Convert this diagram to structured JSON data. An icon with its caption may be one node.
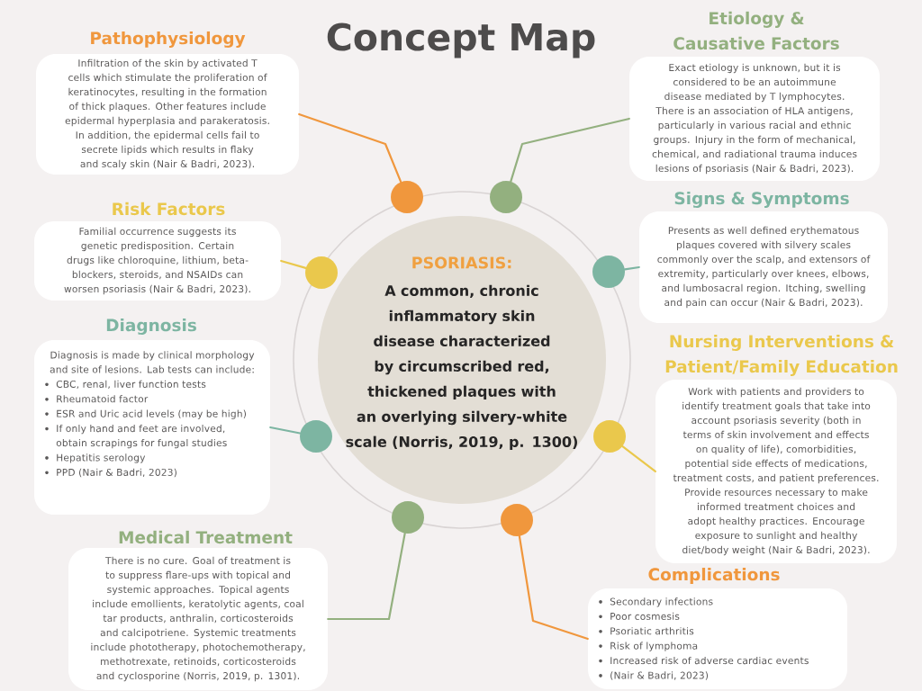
{
  "diagram": {
    "title": "Concept Map",
    "nodes": [
      {
        "text": [
          "Pathophysiology",
          "Infiltration of the skin by activated T cells which stimulate the proliferation of keratinocytes, resulting in the formation of thick plaques. Other features include epidermal hyperplasia and parakeratosis. In addition, the epidermal cells fail to secrete lipids which results in flaky and scaly skin (Nair & Badri, 2023)."
        ]
      },
      {
        "text": [
          "Etiology & Causative Factors",
          "Exact etiology is unknown, but it is considered to be an autoimmune disease mediated by T lymphocytes. There is an association of HLA antigens, particularly in various racial and ethnic groups. Injury in the form of mechanical, chemical, and radiational trauma induces lesions of psoriasis (Nair & Badri, 2023)."
        ]
      },
      {
        "text": [
          "Risk Factors",
          "Familial occurrence suggests its genetic predisposition. Certain drugs like chloroquine, lithium, beta-blockers, steroids, and NSAIDs can worsen psoriasis (Nair & Badri, 2023)."
        ]
      },
      {
        "text": [
          "Signs & Symptoms",
          "Presents as well defined erythematous plaques covered with silvery scales commonly over the scalp, and extensors of extremity, particularly over knees, elbows, and lumbosacral region. Itching, swelling and pain can occur (Nair & Badri, 2023)."
        ]
      },
      {
        "text": [
          "PSORIASIS:",
          "A common, chronic inflammatory skin disease characterized by circumscribed red, thickened plaques with an overlying silvery-white scale (Norris, 2019, p. 1300)"
        ]
      },
      {
        "text": [
          "Diagnosis",
          "Diagnosis is made by clinical morphology and site of lesions. Lab tests can include:",
          "CBC, renal, liver function tests",
          "Rheumatoid factor",
          "ESR and Uric acid levels (may be high)",
          "If only hand and feet are involved, obtain scrapings for fungal studies",
          "Hepatitis serology",
          "PPD (Nair & Badri, 2023)"
        ]
      },
      {
        "text": [
          "Nursing Interventions & Patient/Family Education",
          "Work with patients and providers to identify treatment goals that take into account psoriasis severity (both in terms of skin involvement and effects on quality of life), comorbidities, potential side effects of medications, treatment costs, and patient preferences. Provide resources necessary to make informed treatment choices and adopt healthy practices. Encourage exposure to sunlight and healthy diet/body weight (Nair & Badri, 2023)."
        ]
      },
      {
        "text": [
          "Medical Treatment",
          "There is no cure. Goal of treatment is to suppress flare-ups with topical and systemic approaches. Topical agents include emollients, keratolytic agents, coal tar products, anthralin, corticosteroids and calcipotriene. Systemic treatments include phototherapy, photochemotherapy, methotrexate, retinoids, corticosteroids and cyclosporine (Norris, 2019, p. 1301)."
        ]
      },
      {
        "text": [
          "Complications",
          "Secondary infections",
          "Poor cosmesis",
          "Psoriatic arthritis",
          "Risk of lymphoma",
          "Increased risk of adverse cardiac events",
          "(Nair & Badri, 2023)"
        ]
      },
      {
        "text": [],
        "shape": "circle"
      },
      {
        "text": [],
        "shape": "circle"
      },
      {
        "text": [],
        "shape": "circle"
      },
      {
        "text": [],
        "shape": "circle"
      },
      {
        "text": [],
        "shape": "circle"
      },
      {
        "text": [],
        "shape": "circle"
      },
      {
        "text": [],
        "shape": "circle"
      },
      {
        "text": [],
        "shape": "circle"
      }
    ],
    "edges": [
      {
        "from": 9,
        "to": 0,
        "arrow": "none",
        "color": "#f0973d"
      },
      {
        "from": 10,
        "to": 1,
        "arrow": "none",
        "color": "#93b07f"
      },
      {
        "from": 11,
        "to": 2,
        "arrow": "none",
        "color": "#eac84c"
      },
      {
        "from": 12,
        "to": 3,
        "arrow": "none",
        "color": "#7db5a2"
      },
      {
        "from": 13,
        "to": 5,
        "arrow": "none",
        "color": "#7db5a2"
      },
      {
        "from": 14,
        "to": 6,
        "arrow": "none",
        "color": "#eac84c"
      },
      {
        "from": 15,
        "to": 7,
        "arrow": "none",
        "color": "#93b07f"
      },
      {
        "from": 16,
        "to": 8,
        "arrow": "none",
        "color": "#f0973d"
      }
    ]
  }
}
